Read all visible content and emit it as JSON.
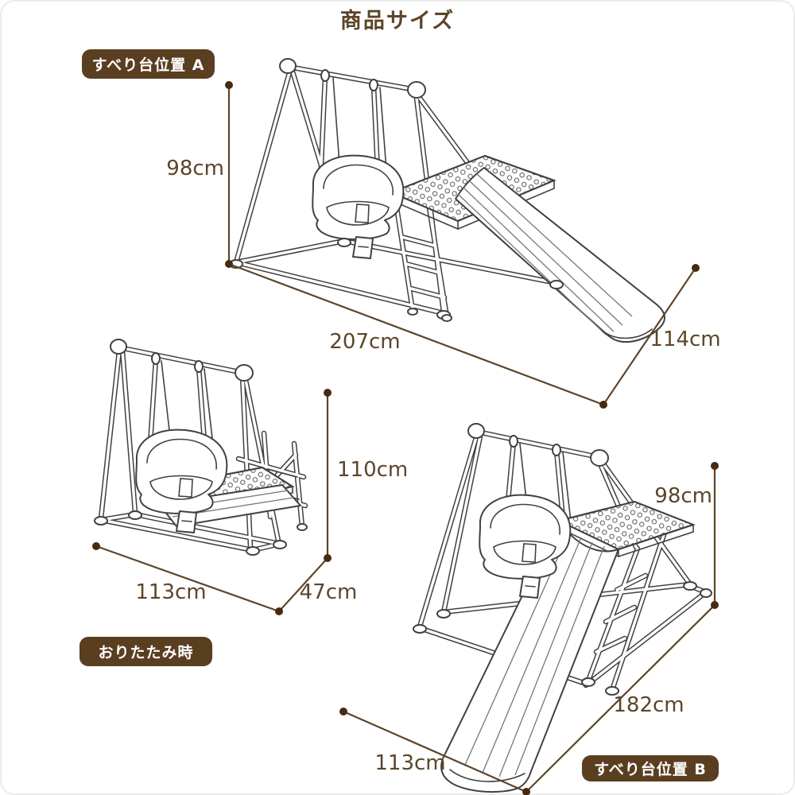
{
  "title": "商品サイズ",
  "figures": {
    "a": {
      "badge": "すべり台位置 A",
      "dims": {
        "height": "98cm",
        "width": "207cm",
        "depth": "114cm"
      }
    },
    "folded": {
      "badge": "おりたたみ時",
      "dims": {
        "height": "110cm",
        "width": "113cm",
        "depth": "47cm"
      }
    },
    "b": {
      "badge": "すべり台位置 B",
      "dims": {
        "height": "98cm",
        "length": "182cm",
        "width": "113cm"
      }
    }
  },
  "colors": {
    "text_brown": "#5c452a",
    "badge_brown": "#5a3e20",
    "dim_dot": "#472b10",
    "line_art": "#414141"
  }
}
